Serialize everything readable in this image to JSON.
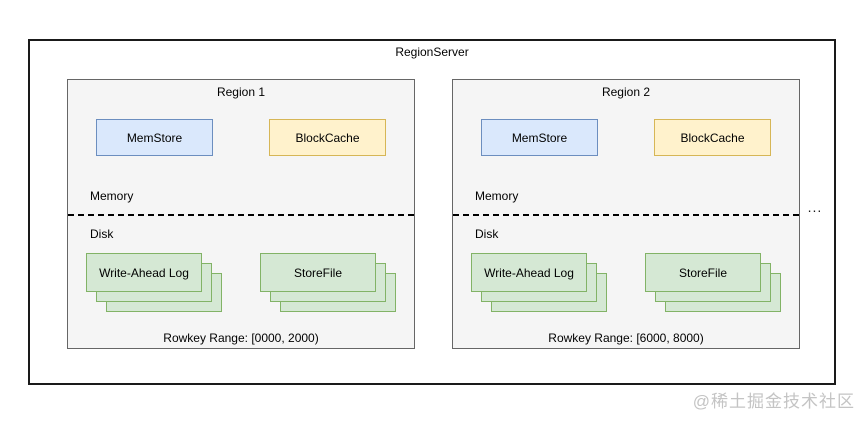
{
  "diagram": {
    "title": "RegionServer",
    "more_indicator": "...",
    "watermark": "@稀土掘金技术社区"
  },
  "regions": [
    {
      "title": "Region 1",
      "memstore_label": "MemStore",
      "blockcache_label": "BlockCache",
      "memory_label": "Memory",
      "disk_label": "Disk",
      "wal_label": "Write-Ahead Log",
      "storefile_label": "StoreFile",
      "rowkey_range": "Rowkey Range: [0000, 2000)"
    },
    {
      "title": "Region 2",
      "memstore_label": "MemStore",
      "blockcache_label": "BlockCache",
      "memory_label": "Memory",
      "disk_label": "Disk",
      "wal_label": "Write-Ahead Log",
      "storefile_label": "StoreFile",
      "rowkey_range": "Rowkey Range: [6000, 8000)"
    }
  ],
  "colors": {
    "memstore_fill": "#dae8fc",
    "memstore_border": "#6c8ebf",
    "blockcache_fill": "#fff2cc",
    "blockcache_border": "#d6b656",
    "file_fill": "#d5e8d4",
    "file_border": "#82b366",
    "region_fill": "#f5f5f5",
    "region_border": "#666666",
    "outer_border": "#1a1a1a",
    "text": "#000000",
    "watermark": "#c4c4c4"
  }
}
